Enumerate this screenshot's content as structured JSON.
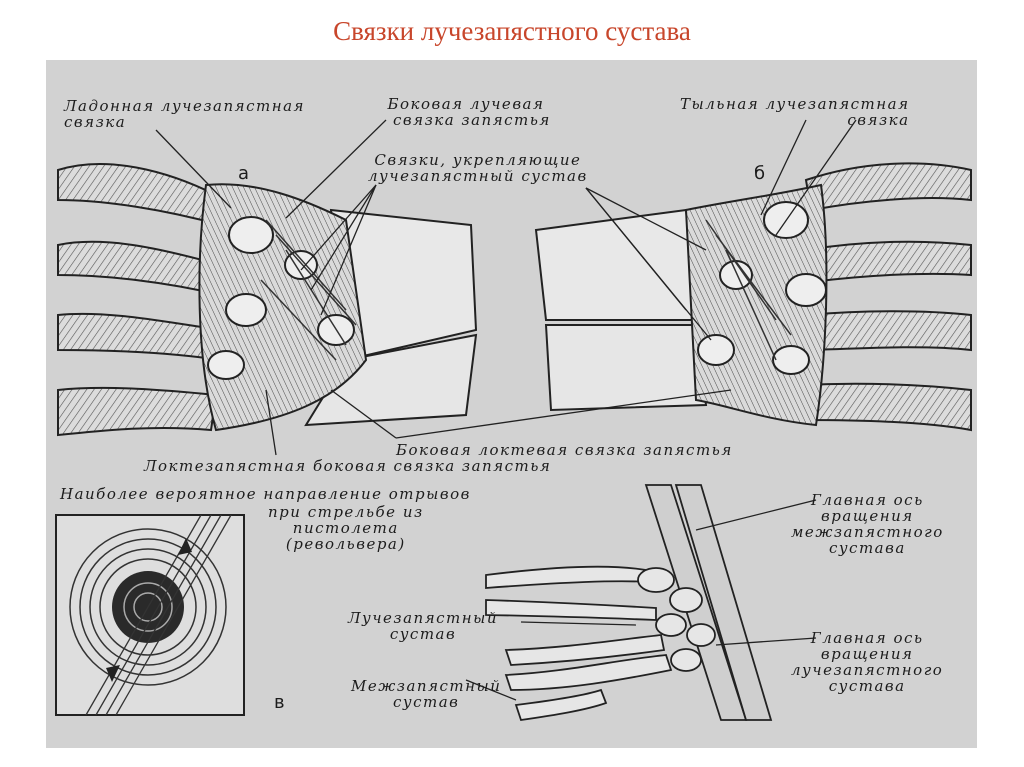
{
  "title": "Связки лучезапястного сустава",
  "labels": {
    "palmar_radiocarpal_1": "Ладонная лучезапястная",
    "palmar_radiocarpal_2": "связка",
    "radial_collateral_1": "Боковая лучевая",
    "radial_collateral_2": "связка запястья",
    "reinforcing_1": "Связки, укрепляющие",
    "reinforcing_2": "лучезапястный сустав",
    "dorsal_radiocarpal_1": "Тыльная лучезапястная",
    "dorsal_radiocarpal_2": "связка",
    "ulnar_collateral": "Боковая локтевая связка запястья",
    "ulnocarpal_collateral": "Локтезапястная боковая связка запястья",
    "direction_1": "Наиболее вероятное направление отрывов",
    "direction_2": "при стрельбе из",
    "direction_3": "пистолета",
    "direction_4": "(револьвера)",
    "midcarpal_axis_1": "Главная ось",
    "midcarpal_axis_2": "вращения",
    "midcarpal_axis_3": "межзапястного",
    "midcarpal_axis_4": "сустава",
    "radiocarpal_joint_1": "Лучезапястный",
    "radiocarpal_joint_2": "сустав",
    "radiocarpal_axis_1": "Главная ось",
    "radiocarpal_axis_2": "вращения",
    "radiocarpal_axis_3": "лучезапястного",
    "radiocarpal_axis_4": "сустава",
    "midcarpal_joint_1": "Межзапястный",
    "midcarpal_joint_2": "сустав"
  },
  "panels": {
    "a": "а",
    "b": "б",
    "v": "в"
  }
}
